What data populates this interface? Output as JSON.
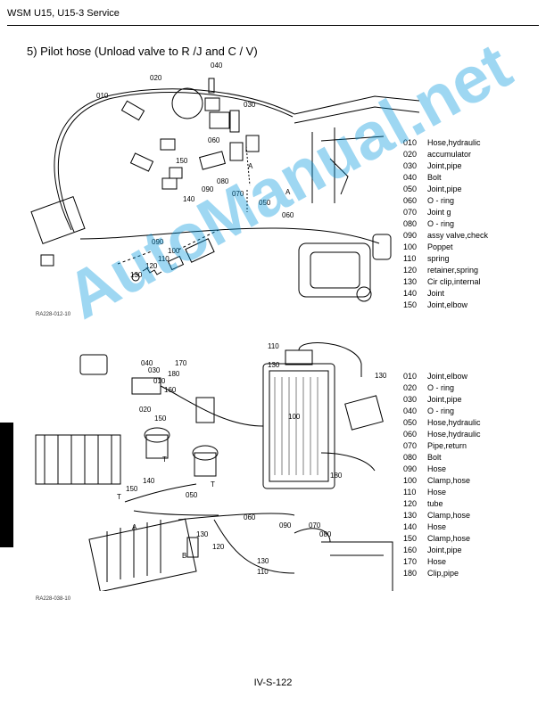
{
  "header": {
    "title": "WSM U15, U15-3 Service"
  },
  "section": {
    "title": "5)  Pilot hose (Unload valve to R /J and C / V)"
  },
  "figure1": {
    "code": "RA228-012-10",
    "labels": [
      "040",
      "020",
      "010",
      "030",
      "060",
      "150",
      "080",
      "A",
      "070",
      "090",
      "140",
      "A",
      "050",
      "060",
      "090",
      "100",
      "110",
      "120",
      "130"
    ]
  },
  "parts1": [
    {
      "code": "010",
      "name": "Hose,hydraulic"
    },
    {
      "code": "020",
      "name": "accumulator"
    },
    {
      "code": "030",
      "name": "Joint,pipe"
    },
    {
      "code": "040",
      "name": "Bolt"
    },
    {
      "code": "050",
      "name": "Joint,pipe"
    },
    {
      "code": "060",
      "name": "O - ring"
    },
    {
      "code": "070",
      "name": "Joint g"
    },
    {
      "code": "080",
      "name": "O - ring"
    },
    {
      "code": "090",
      "name": "assy valve,check"
    },
    {
      "code": "100",
      "name": "Poppet"
    },
    {
      "code": "110",
      "name": "spring"
    },
    {
      "code": "120",
      "name": "retainer,spring"
    },
    {
      "code": "130",
      "name": "Cir clip,internal"
    },
    {
      "code": "140",
      "name": "Joint"
    },
    {
      "code": "150",
      "name": "Joint,elbow"
    }
  ],
  "figure2": {
    "code": "RA228-038-10",
    "labels": [
      "040",
      "030",
      "010",
      "170",
      "180",
      "160",
      "020",
      "150",
      "110",
      "130",
      "130",
      "100",
      "T",
      "T",
      "T",
      "150",
      "140",
      "050",
      "180",
      "A",
      "060",
      "090",
      "070",
      "080",
      "130",
      "120",
      "B",
      "130",
      "110"
    ]
  },
  "parts2": [
    {
      "code": "010",
      "name": "Joint,elbow"
    },
    {
      "code": "020",
      "name": "O - ring"
    },
    {
      "code": "030",
      "name": "Joint,pipe"
    },
    {
      "code": "040",
      "name": "O - ring"
    },
    {
      "code": "050",
      "name": "Hose,hydraulic"
    },
    {
      "code": "060",
      "name": "Hose,hydraulic"
    },
    {
      "code": "070",
      "name": "Pipe,return"
    },
    {
      "code": "080",
      "name": "Bolt"
    },
    {
      "code": "090",
      "name": "Hose"
    },
    {
      "code": "100",
      "name": "Clamp,hose"
    },
    {
      "code": "110",
      "name": "Hose"
    },
    {
      "code": "120",
      "name": "tube"
    },
    {
      "code": "130",
      "name": "Clamp,hose"
    },
    {
      "code": "140",
      "name": "Hose"
    },
    {
      "code": "150",
      "name": "Clamp,hose"
    },
    {
      "code": "160",
      "name": "Joint,pipe"
    },
    {
      "code": "170",
      "name": "Hose"
    },
    {
      "code": "180",
      "name": "Clip,pipe"
    }
  ],
  "watermark": "AutoManual.net",
  "footer": {
    "page": "IV-S-122"
  }
}
